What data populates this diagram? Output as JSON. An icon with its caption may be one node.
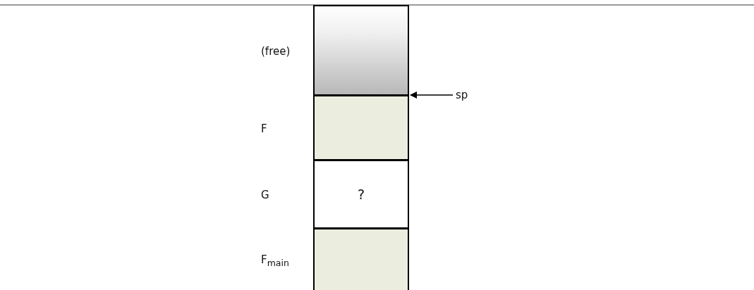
{
  "diagram": {
    "nodes": [
      {
        "text": [],
        "shape": "box"
      },
      {
        "text": [],
        "shape": "box"
      },
      {
        "text": [
          "?"
        ]
      },
      {
        "text": [],
        "shape": "box"
      },
      {
        "text": [
          "sp"
        ]
      }
    ],
    "edges": [
      {
        "from": 4,
        "to": 1,
        "arrow": "to"
      }
    ],
    "labels": [
      "(free)",
      "F",
      "G",
      "F$_{main}$"
    ]
  }
}
